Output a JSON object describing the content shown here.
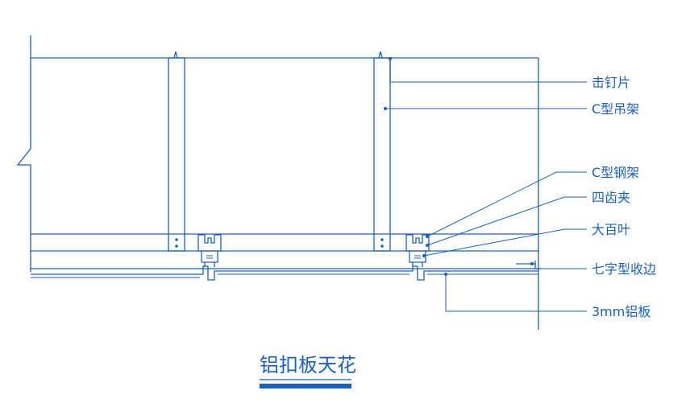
{
  "labels": {
    "nail_clip": "击钉片",
    "c_hanger": "C型吊架",
    "c_steel_frame": "C型钢架",
    "four_tooth_clip": "四齿夹",
    "louver": "大百叶",
    "edge_trim": "七字型收边",
    "aluminum_panel": "3mm铝板"
  },
  "title": "铝扣板天花",
  "colors": {
    "line": "#1a5fc6",
    "title_bar": "#1a5fc6"
  }
}
